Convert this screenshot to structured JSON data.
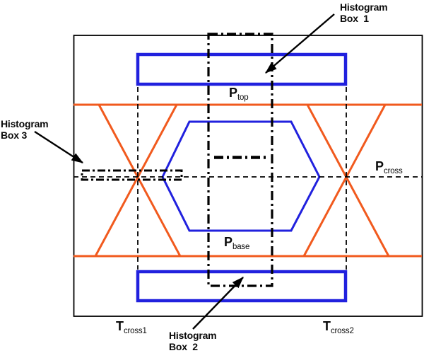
{
  "figure": {
    "description": "Eye diagram histogram measurement regions",
    "colors": {
      "background": "#FFFFFF",
      "frame_black": "#000000",
      "waveform_orange": "#F15A1E",
      "histogram_blue": "#2121DE",
      "annotation_black": "#000000"
    },
    "labels": {
      "histogram_box_1": {
        "line1": "Histogram",
        "line2": "Box  1"
      },
      "histogram_box_2": {
        "line1": "Histogram",
        "line2": "Box  2"
      },
      "histogram_box_3": {
        "line1": "Histogram",
        "line2": "Box 3"
      },
      "p_top": {
        "main": "P",
        "sub": "top"
      },
      "p_base": {
        "main": "P",
        "sub": "base"
      },
      "p_cross": {
        "main": "P",
        "sub": "cross"
      },
      "t_cross1": {
        "main": "T",
        "sub": "cross1"
      },
      "t_cross2": {
        "main": "T",
        "sub": "cross2"
      }
    }
  }
}
